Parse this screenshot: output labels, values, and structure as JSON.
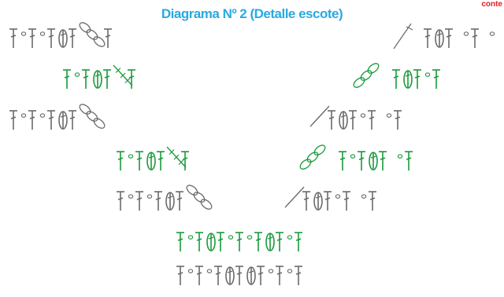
{
  "title": "Diagrama Nº 2 (Detalle escote)",
  "watermark": "conte",
  "colors": {
    "title": "#29a9e1",
    "watermark": "#e02020",
    "gray": "#6b6b6b",
    "green": "#1a9a3c"
  },
  "legend_icons": {
    "T": "double-crochet-symbol",
    "o": "chain-stitch-symbol",
    "0": "bobble-stitch-symbol",
    "c": "chain-oval-symbol",
    "s": "slip-stitch-line-symbol"
  },
  "rows": [
    {
      "name": "row-1",
      "color": "gray",
      "left": "ToToT0TcccT",
      "right": "T0T oT o"
    },
    {
      "name": "row-2",
      "color": "green",
      "left": "ToT0TsT",
      "right": "cccT0ToT"
    },
    {
      "name": "row-3",
      "color": "gray",
      "left": "ToToT0Tccc",
      "right": "sT0ToT oT"
    },
    {
      "name": "row-4",
      "color": "green",
      "left": "ToT0TsT",
      "right": "cccToT0T oT"
    },
    {
      "name": "row-5",
      "color": "gray",
      "left": "ToToT0Tccc",
      "right": "sT0ToT oT"
    },
    {
      "name": "row-6",
      "color": "green",
      "left": "ToT0ToToT0ToT",
      "right": ""
    },
    {
      "name": "row-7",
      "color": "gray",
      "left": "ToToT0T0ToToT",
      "right": ""
    }
  ]
}
